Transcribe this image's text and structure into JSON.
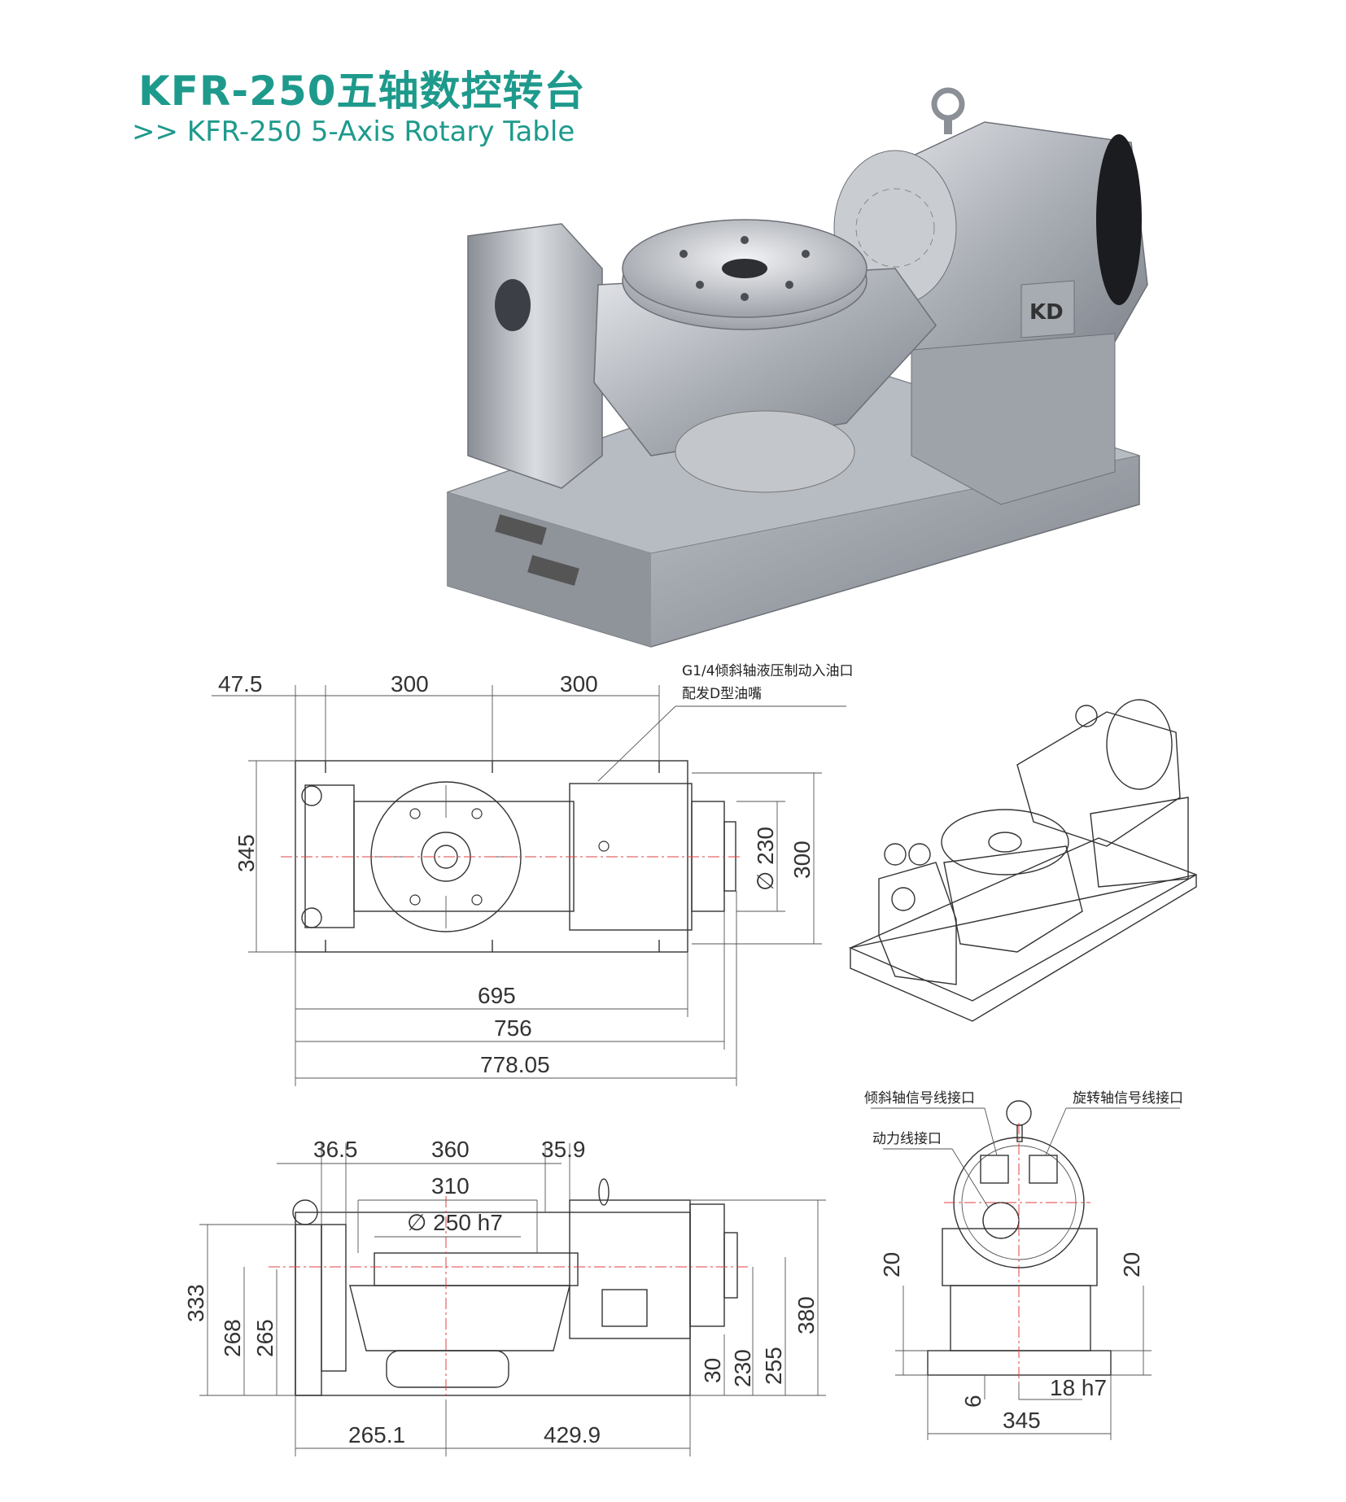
{
  "header": {
    "title_cn": "KFR-250五轴数控转台",
    "title_en": ">> KFR-250 5-Axis Rotary Table"
  },
  "logo": {
    "text": "KD"
  },
  "top_view": {
    "dims": {
      "d47_5": "47.5",
      "d300a": "300",
      "d300b": "300",
      "d345": "345",
      "d695": "695",
      "d756": "756",
      "d778": "778.05",
      "d230": "∅ 230",
      "d300v": "300"
    },
    "note_line1": "G1/4倾斜轴液压制动入油口",
    "note_line2": "配发D型油嘴"
  },
  "front_view": {
    "dims": {
      "d36_5": "36.5",
      "d360": "360",
      "d35_9": "35.9",
      "d310": "310",
      "d250": "∅ 250 h7",
      "d333": "333",
      "d268": "268",
      "d265": "265",
      "d30": "30",
      "d230": "230",
      "d255": "255",
      "d380": "380",
      "d265_1": "265.1",
      "d429_9": "429.9"
    }
  },
  "side_view": {
    "labels": {
      "tilt_signal": "倾斜轴信号线接口",
      "rotary_signal": "旋转轴信号线接口",
      "power": "动力线接口"
    },
    "dims": {
      "d20a": "20",
      "d20b": "20",
      "d6": "6",
      "d18": "18 h7",
      "d345": "345"
    }
  },
  "colors": {
    "accent": "#1e9a8c",
    "centerline": "#e04040"
  }
}
